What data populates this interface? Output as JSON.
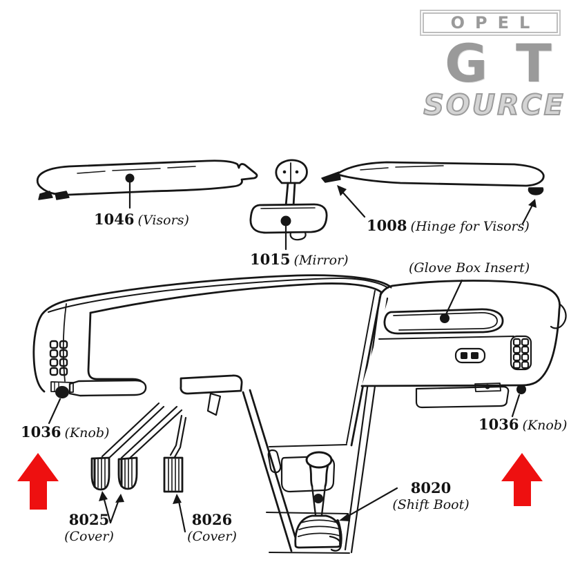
{
  "logo": {
    "badge": "OPEL",
    "model": "GT",
    "source": "SOURCE"
  },
  "parts": {
    "visors": {
      "number": "1046",
      "name": "(Visors)"
    },
    "mirror": {
      "number": "1015",
      "name": "(Mirror)"
    },
    "hinge_for_visors": {
      "number": "1008",
      "name": "(Hinge for Visors)"
    },
    "glove_box_insert": {
      "name": "(Glove Box Insert)"
    },
    "knob_left": {
      "number": "1036",
      "name": "(Knob)"
    },
    "knob_right": {
      "number": "1036",
      "name": "(Knob)"
    },
    "cover_8025": {
      "number": "8025",
      "name": "(Cover)"
    },
    "cover_8026": {
      "number": "8026",
      "name": "(Cover)"
    },
    "shift_boot": {
      "number": "8020",
      "name": "(Shift Boot)"
    }
  },
  "colors": {
    "line": "#161616",
    "arrow_red": "#ee1010",
    "logo_gray": "#9a9a9a"
  }
}
